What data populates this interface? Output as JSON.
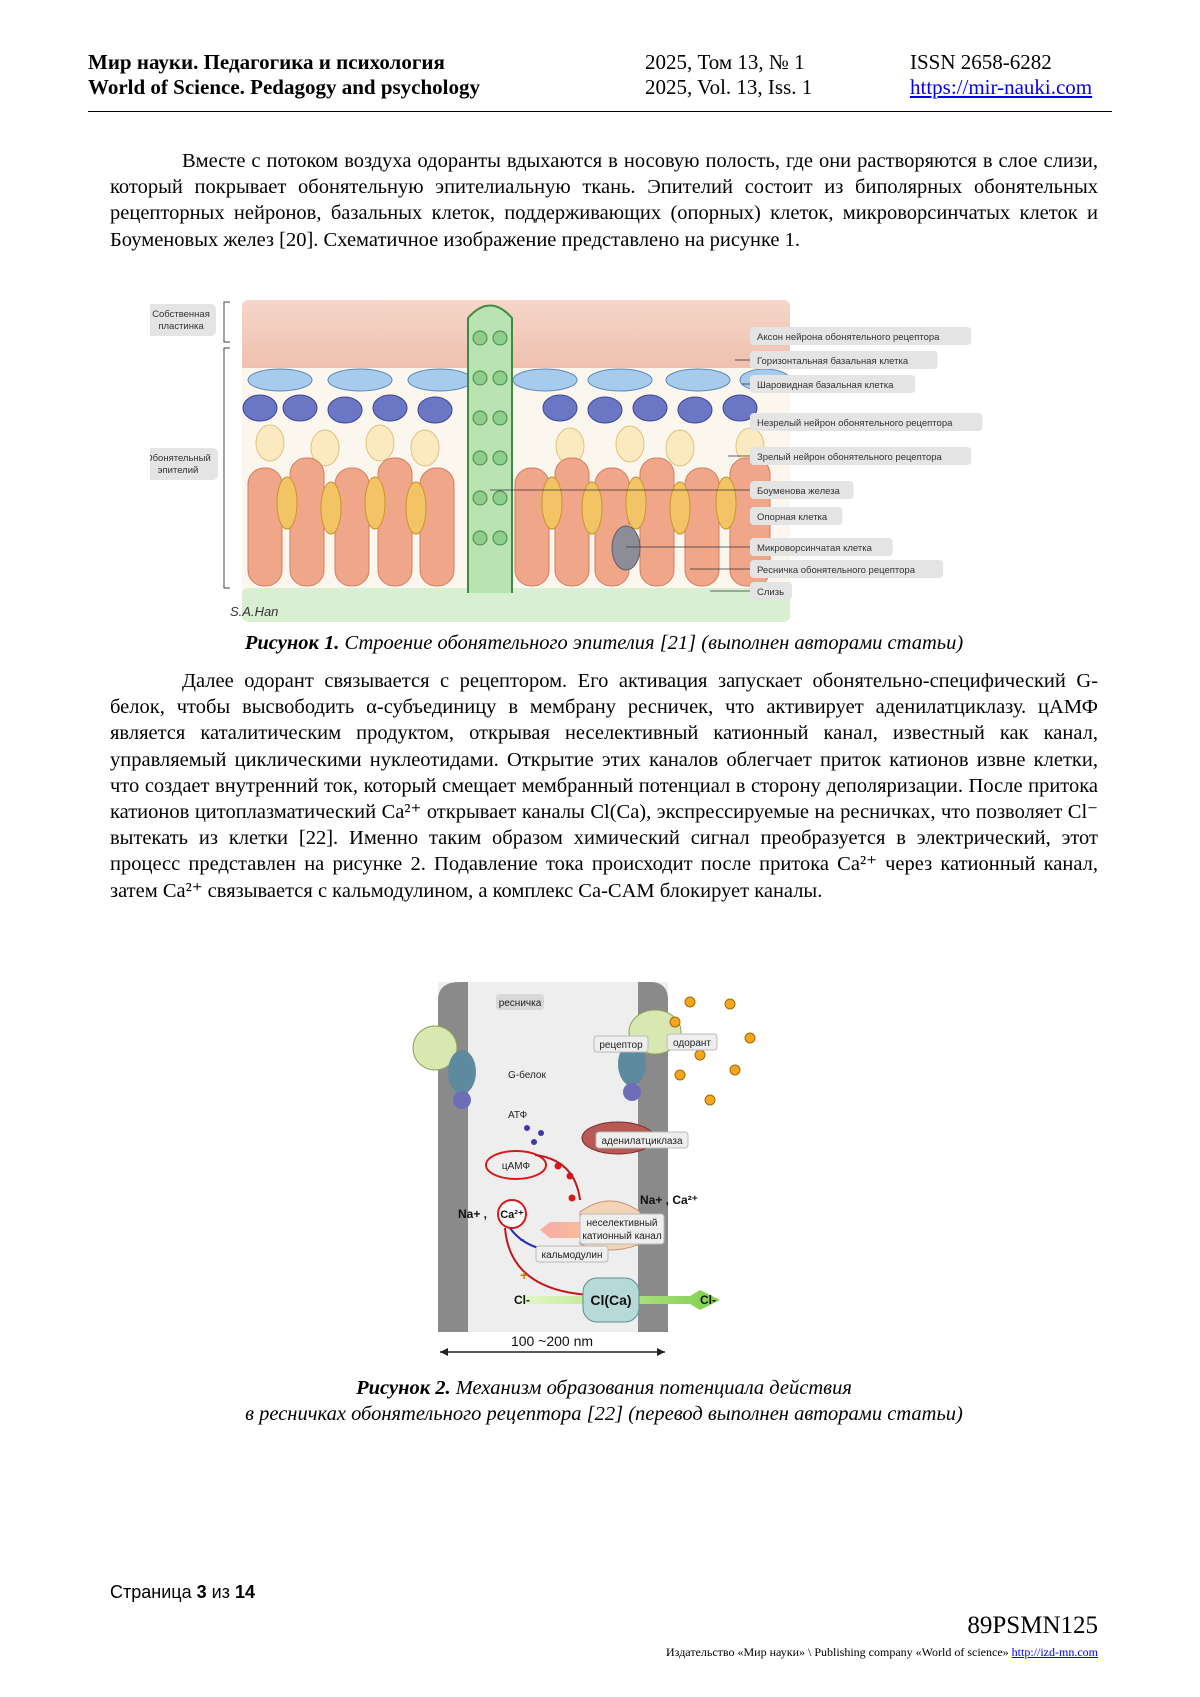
{
  "header": {
    "journal_ru": "Мир науки. Педагогика и психология",
    "journal_en": "World of Science. Pedagogy and psychology",
    "issue_ru": "2025, Том 13, № 1",
    "issue_en": "2025, Vol. 13, Iss. 1",
    "issn": "ISSN 2658-6282",
    "site": "https://mir-nauki.com"
  },
  "para1": "Вместе с потоком воздуха одоранты вдыхаются в носовую полость, где они растворяются в слое слизи, который покрывает обонятельную эпителиальную ткань. Эпителий состоит из биполярных обонятельных рецепторных нейронов, базальных клеток, поддерживающих (опорных) клеток, микроворсинчатых клеток и Боуменовых желез [20]. Схематичное изображение представлено на рисунке 1.",
  "figure1": {
    "left_labels": [
      "Собственная пластинка",
      "Обонятельный эпителий"
    ],
    "right_labels": [
      "Аксон нейрона обонятельного рецептора",
      "Горизонтальная базальная клетка",
      "Шаровидная базальная клетка",
      "Незрелый нейрон обонятельного рецептора",
      "Зрелый нейрон обонятельного рецептора",
      "Боуменова железа",
      "Опорная клетка",
      "Микроворсинчатая клетка",
      "Ресничка обонятельного рецептора",
      "Слизь"
    ],
    "signature": "S.A.Han",
    "caption_bold": "Рисунок 1.",
    "caption_text": "Строение обонятельного эпителия [21] (выполнен авторами статьи)"
  },
  "para2": "Далее одорант связывается с рецептором. Его активация запускает обонятельно-специфический G-белок, чтобы высвободить α-субъединицу в мембрану ресничек, что активирует аденилатциклазу. цАМФ является каталитическим продуктом, открывая неселективный катионный канал, известный как канал, управляемый циклическими нуклеотидами. Открытие этих каналов облегчает приток катионов извне клетки, что создает внутренний ток, который смещает мембранный потенциал в сторону деполяризации. После притока катионов цитоплазматический Ca²⁺ открывает каналы Cl(Ca), экспрессируемые на ресничках, что позволяет Cl⁻ вытекать из клетки [22]. Именно таким образом химический сигнал преобразуется в электрический, этот процесс представлен на рисунке 2. Подавление тока происходит после притока Ca²⁺ через катионный канал, затем Ca²⁺ связывается с кальмодулином, а комплекс Ca-CAM блокирует каналы.",
  "figure2": {
    "labels": {
      "cilium": "ресничка",
      "receptor": "рецептор",
      "odorant": "одорант",
      "gprotein": "G-белок",
      "atp": "АТФ",
      "adenylate": "аденилатциклаза",
      "camp": "цАМФ",
      "na_ca_left_na": "Na+ ,",
      "na_ca_left_ca": "Ca²⁺",
      "na_ca_right": "Na+ , Ca²⁺",
      "channel_1": "неселективный",
      "channel_2": "катионный канал",
      "calmodulin": "кальмодулин",
      "minus": "-",
      "plus": "+",
      "cl_left": "Cl-",
      "cl_channel": "Cl(Ca)",
      "cl_right": "Cl-",
      "scale": "100 ~200 nm"
    },
    "caption_bold": "Рисунок 2.",
    "caption_line1": "Механизм образования потенциала действия",
    "caption_line2": "в ресничках обонятельного рецептора [22] (перевод выполнен авторами статьи)"
  },
  "footer": {
    "page_prefix": "Страница",
    "page_num": "3",
    "page_mid": "из",
    "page_total": "14",
    "code": "89PSMN125",
    "publisher": "Издательство «Мир науки» \\ Publishing company «World of science»",
    "publisher_link": "http://izd-mn.com"
  },
  "colors": {
    "lamina": "#f2c7b8",
    "horizontal_basal": "#9ec4e8",
    "globose_basal": "#6b76c4",
    "immature": "#fbe9b8",
    "mature": "#f2c466",
    "support": "#f0a688",
    "gland": "#8fce8a",
    "mucus": "#d8efd2"
  }
}
